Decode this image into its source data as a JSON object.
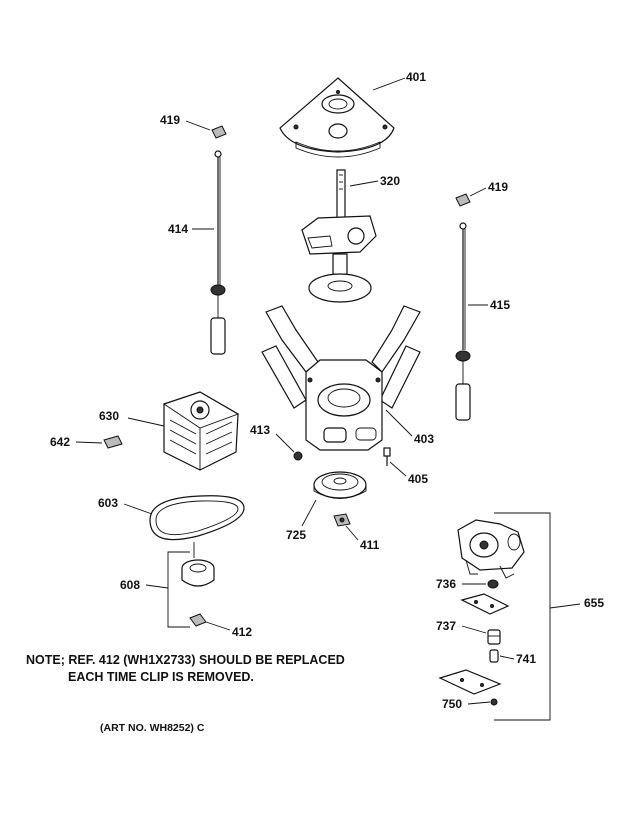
{
  "labels": {
    "p401": "401",
    "p419a": "419",
    "p419b": "419",
    "p320": "320",
    "p414": "414",
    "p415": "415",
    "p630": "630",
    "p642": "642",
    "p413": "413",
    "p403": "403",
    "p405": "405",
    "p603": "603",
    "p725": "725",
    "p411": "411",
    "p608": "608",
    "p412": "412",
    "p655": "655",
    "p736": "736",
    "p737": "737",
    "p741": "741",
    "p750": "750"
  },
  "note": {
    "line1": "NOTE; REF. 412 (WH1X2733) SHOULD BE REPLACED",
    "line2": "EACH TIME CLIP IS REMOVED."
  },
  "art_number": "(ART NO. WH8252) C"
}
